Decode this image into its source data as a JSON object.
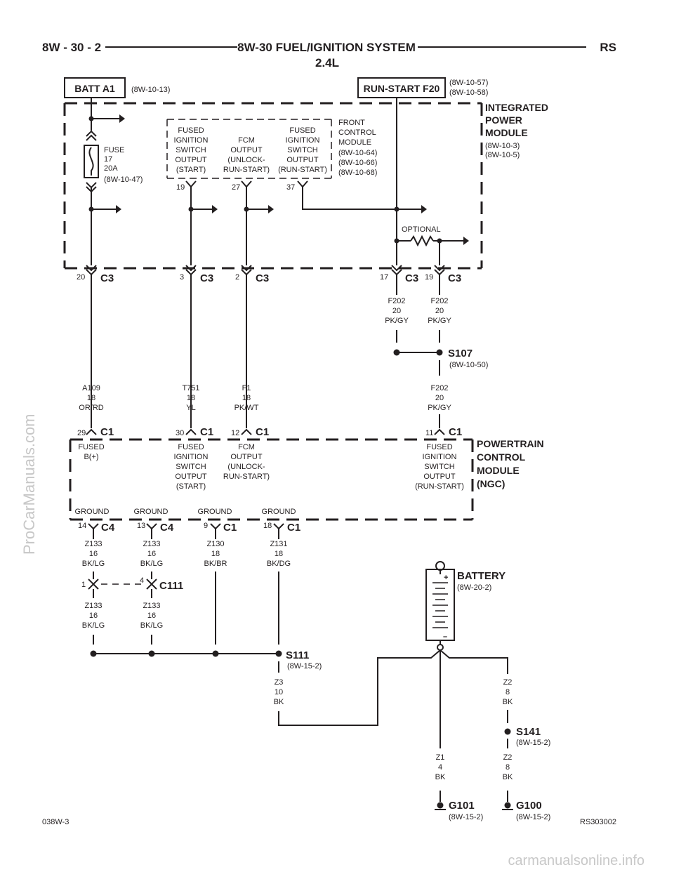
{
  "header": {
    "page_number": "8W - 30 - 2",
    "title": "8W-30 FUEL/IGNITION SYSTEM",
    "subtitle": "2.4L",
    "model_code": "RS"
  },
  "footer": {
    "figure_left": "038W-3",
    "figure_right": "RS303002"
  },
  "watermarks": {
    "side": "ProCarManuals.com",
    "bottom": "carmanualsonline.info"
  },
  "sources": {
    "batt": {
      "label": "BATT A1",
      "ref": "(8W-10-13)"
    },
    "run_start": {
      "label": "RUN-START F20",
      "refs": [
        "(8W-10-57)",
        "(8W-10-58)"
      ]
    }
  },
  "ipm": {
    "title": [
      "INTEGRATED",
      "POWER",
      "MODULE"
    ],
    "refs": [
      "(8W-10-3)",
      "(8W-10-5)"
    ],
    "fuse": [
      "FUSE",
      "17",
      "20A",
      "(8W-10-47)"
    ],
    "fcm": [
      "FRONT",
      "CONTROL",
      "MODULE",
      "(8W-10-64)",
      "(8W-10-66)",
      "(8W-10-68)"
    ],
    "fcm_outputs": [
      {
        "lines": [
          "FUSED",
          "IGNITION",
          "SWITCH",
          "OUTPUT",
          "(START)"
        ],
        "pin": "19"
      },
      {
        "lines": [
          "FCM",
          "OUTPUT",
          "(UNLOCK-",
          "RUN-START)"
        ],
        "pin": "27"
      },
      {
        "lines": [
          "FUSED",
          "IGNITION",
          "SWITCH",
          "OUTPUT",
          "(RUN-START)"
        ],
        "pin": "37"
      }
    ],
    "optional": "OPTIONAL"
  },
  "ipm_connectors": [
    {
      "pin": "20",
      "name": "C3"
    },
    {
      "pin": "3",
      "name": "C3"
    },
    {
      "pin": "2",
      "name": "C3"
    },
    {
      "pin": "17",
      "name": "C3"
    },
    {
      "pin": "19",
      "name": "C3"
    }
  ],
  "wires_upper": [
    {
      "circuit": "F202",
      "gauge": "20",
      "color": "PK/GY"
    },
    {
      "circuit": "F202",
      "gauge": "20",
      "color": "PK/GY"
    }
  ],
  "splice_s107": {
    "name": "S107",
    "ref": "(8W-10-50)"
  },
  "wires_mid": [
    {
      "circuit": "A109",
      "gauge": "18",
      "color": "OR/RD"
    },
    {
      "circuit": "T751",
      "gauge": "18",
      "color": "YL"
    },
    {
      "circuit": "F1",
      "gauge": "18",
      "color": "PK/WT"
    },
    {
      "circuit": "F202",
      "gauge": "20",
      "color": "PK/GY"
    }
  ],
  "pcm_connectors": [
    {
      "pin": "29",
      "name": "C1"
    },
    {
      "pin": "30",
      "name": "C1"
    },
    {
      "pin": "12",
      "name": "C1"
    },
    {
      "pin": "11",
      "name": "C1"
    }
  ],
  "pcm": {
    "title": [
      "POWERTRAIN",
      "CONTROL",
      "MODULE",
      "(NGC)"
    ],
    "inputs": [
      [
        "FUSED",
        "B(+)"
      ],
      [
        "FUSED",
        "IGNITION",
        "SWITCH",
        "OUTPUT",
        "(START)"
      ],
      [
        "FCM",
        "OUTPUT",
        "(UNLOCK-",
        "RUN-START)"
      ],
      [
        "FUSED",
        "IGNITION",
        "SWITCH",
        "OUTPUT",
        "(RUN-START)"
      ]
    ],
    "ground_label": "GROUND"
  },
  "ground_connectors": [
    {
      "pin": "14",
      "name": "C4"
    },
    {
      "pin": "13",
      "name": "C4"
    },
    {
      "pin": "9",
      "name": "C1"
    },
    {
      "pin": "18",
      "name": "C1"
    }
  ],
  "ground_wires": [
    {
      "circuit": "Z133",
      "gauge": "16",
      "color": "BK/LG"
    },
    {
      "circuit": "Z133",
      "gauge": "16",
      "color": "BK/LG"
    },
    {
      "circuit": "Z130",
      "gauge": "18",
      "color": "BK/BR"
    },
    {
      "circuit": "Z131",
      "gauge": "18",
      "color": "BK/DG"
    }
  ],
  "c111": {
    "name": "C111",
    "pin_left": "1",
    "pin_right": "4"
  },
  "ground_wires_lower": [
    {
      "circuit": "Z133",
      "gauge": "16",
      "color": "BK/LG"
    },
    {
      "circuit": "Z133",
      "gauge": "16",
      "color": "BK/LG"
    }
  ],
  "splice_s111": {
    "name": "S111",
    "ref": "(8W-15-2)"
  },
  "wire_z3": {
    "circuit": "Z3",
    "gauge": "10",
    "color": "BK"
  },
  "battery": {
    "name": "BATTERY",
    "ref": "(8W-20-2)",
    "plus": "+",
    "minus": "–"
  },
  "wire_z2_upper": {
    "circuit": "Z2",
    "gauge": "8",
    "color": "BK"
  },
  "splice_s141": {
    "name": "S141",
    "ref": "(8W-15-2)"
  },
  "wire_z2_lower": {
    "circuit": "Z2",
    "gauge": "8",
    "color": "BK"
  },
  "wire_z1": {
    "circuit": "Z1",
    "gauge": "4",
    "color": "BK"
  },
  "ground_g101": {
    "name": "G101",
    "ref": "(8W-15-2)"
  },
  "ground_g100": {
    "name": "G100",
    "ref": "(8W-15-2)"
  }
}
